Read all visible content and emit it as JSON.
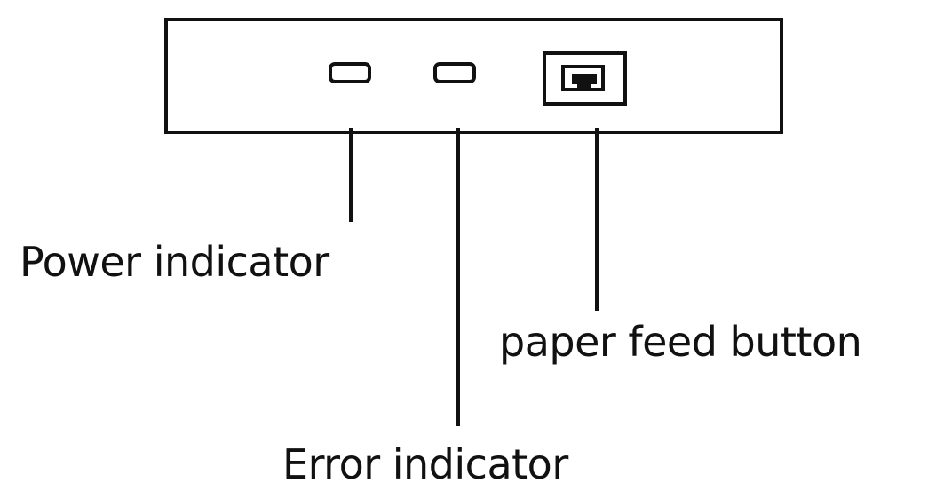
{
  "diagram": {
    "labels": {
      "power": "Power indicator",
      "error": "Error indicator",
      "paper_feed": "paper feed button"
    },
    "line_color": "#111111",
    "background_color": "#ffffff"
  }
}
